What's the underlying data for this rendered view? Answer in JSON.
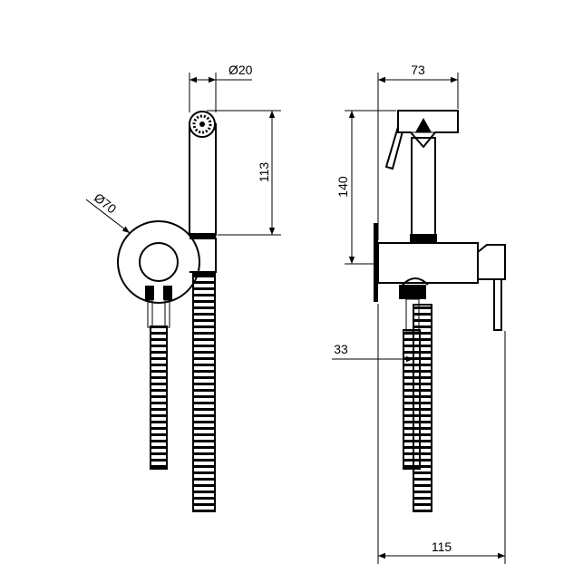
{
  "drawing": {
    "front_view": {
      "label_outlet_diameter": "Ø20",
      "label_shower_height": "113",
      "label_rosette_diameter": "Ø70"
    },
    "side_view": {
      "label_shower_depth": "73",
      "label_total_height": "140",
      "label_hose_offset": "33",
      "label_total_depth": "115"
    }
  }
}
